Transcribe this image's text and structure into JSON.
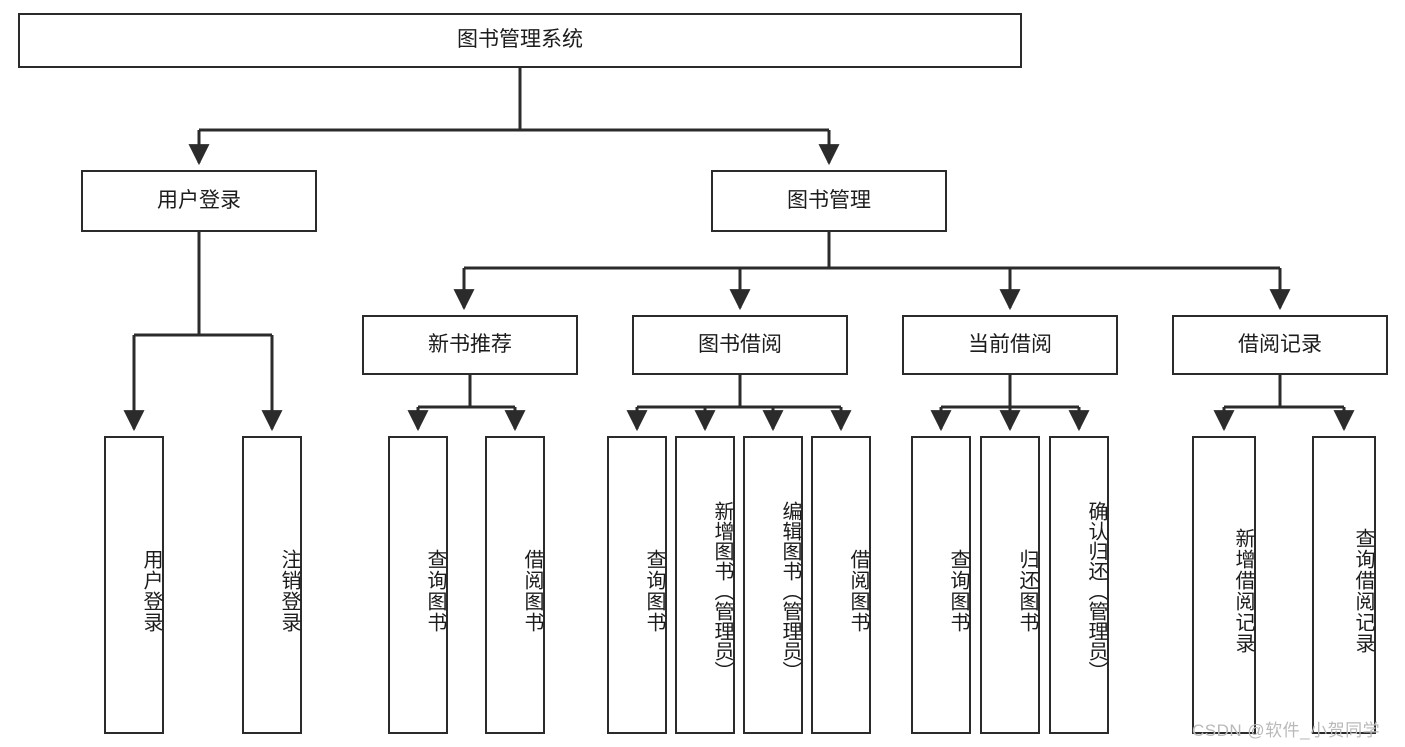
{
  "diagram": {
    "title": "图书管理系统",
    "type": "功能结构图",
    "root": {
      "label": "图书管理系统"
    },
    "level2": [
      {
        "key": "user-login",
        "label": "用户登录"
      },
      {
        "key": "book-manage",
        "label": "图书管理"
      }
    ],
    "level3": [
      {
        "key": "new-book-recommend",
        "label": "新书推荐"
      },
      {
        "key": "book-borrow",
        "label": "图书借阅"
      },
      {
        "key": "current-borrow",
        "label": "当前借阅"
      },
      {
        "key": "borrow-record",
        "label": "借阅记录"
      }
    ],
    "leaves": {
      "user_login": [
        {
          "key": "leaf-user-login",
          "label": "用户登录"
        },
        {
          "key": "leaf-logout-login",
          "label": "注销登录"
        }
      ],
      "new_book_recommend": [
        {
          "key": "leaf-query-book-1",
          "label": "查询图书"
        },
        {
          "key": "leaf-borrow-book-1",
          "label": "借阅图书"
        }
      ],
      "book_borrow": [
        {
          "key": "leaf-query-book-2",
          "label": "查询图书"
        },
        {
          "key": "leaf-add-book-admin",
          "label": "新增图书（管理员）"
        },
        {
          "key": "leaf-edit-book-admin",
          "label": "编辑图书（管理员）"
        },
        {
          "key": "leaf-borrow-book-2",
          "label": "借阅图书"
        }
      ],
      "current_borrow": [
        {
          "key": "leaf-query-book-3",
          "label": "查询图书"
        },
        {
          "key": "leaf-return-book",
          "label": "归还图书"
        },
        {
          "key": "leaf-confirm-return-admin",
          "label": "确认归还（管理员）"
        }
      ],
      "borrow_record": [
        {
          "key": "leaf-add-borrow-record",
          "label": "新增借阅记录"
        },
        {
          "key": "leaf-query-borrow-record",
          "label": "查询借阅记录"
        }
      ]
    }
  },
  "watermark": {
    "text": "CSDN @软件_小贺同学"
  },
  "colors": {
    "stroke": "#2b2b2b",
    "background": "#ffffff",
    "text": "#1c1c1c",
    "watermark": "#b9b9b9"
  }
}
